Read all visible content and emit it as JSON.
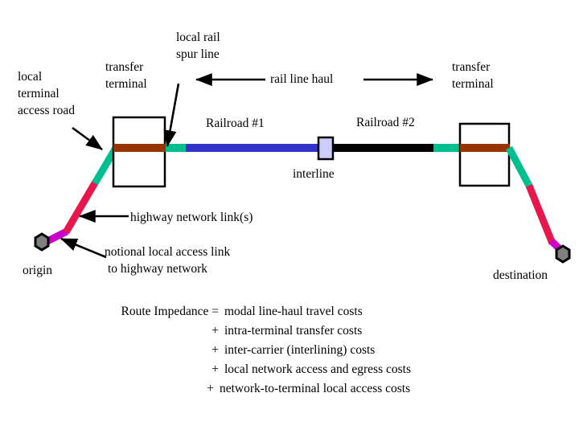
{
  "title": "Intermodal Route Impedance Diagram",
  "labels": {
    "local_terminal_access_road": "local\nterminal\naccess road",
    "local_terminal_access_road_lines": [
      "local",
      "terminal",
      "access road"
    ],
    "transfer_terminal_left": "transfer\nterminal",
    "transfer_terminal_left_lines": [
      "transfer",
      "terminal"
    ],
    "local_rail_spur_line_lines": [
      "local rail",
      "spur line"
    ],
    "rail_line_haul": "rail line haul",
    "transfer_terminal_right_lines": [
      "transfer",
      "terminal"
    ],
    "railroad_1": "Railroad #1",
    "railroad_2": "Railroad #2",
    "interline": "interline",
    "highway_network_links": "highway network link(s)",
    "notional_access_link_lines": [
      "notional local access link",
      "to highway network"
    ],
    "origin": "origin",
    "destination": "destination"
  },
  "impedance": {
    "lead": "Route Impedance =",
    "plus": "+",
    "terms": [
      "modal line-haul travel costs",
      "intra-terminal transfer costs",
      "inter-carrier (interlining) costs",
      "local network access and egress costs",
      "network-to-terminal local access costs"
    ]
  },
  "colors": {
    "rail_railroad1": "#3333CC",
    "rail_railroad2": "#000000",
    "terminal_bar": "#993300",
    "spur_teal": "#00BF8F",
    "highway_crimson": "#E8174B",
    "local_access_magenta": "#CC00CC",
    "node_fill": "#808080",
    "interline_fill": "#CCCCFF",
    "outline": "#000000",
    "background": "#FFFFFF"
  },
  "icons": {
    "origin_node": "hexagon-node-icon",
    "destination_node": "hexagon-node-icon",
    "interline_marker": "interline-square-icon"
  }
}
